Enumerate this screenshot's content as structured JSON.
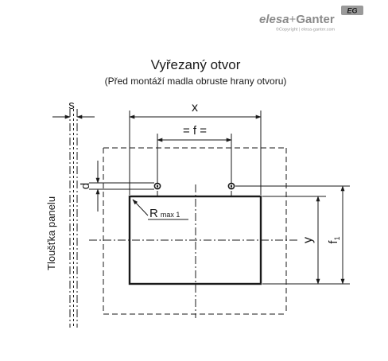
{
  "logo": {
    "brand_left": "elesa",
    "brand_plus": "+",
    "brand_right": "Ganter",
    "badge": "EG",
    "copyright": "©Copyright | elesa-ganter.com"
  },
  "title": {
    "main": "Vyřezaný otvor",
    "sub": "(Před montáží madla obruste hrany otvoru)"
  },
  "labels": {
    "s": "s",
    "x": "x",
    "f": "= f =",
    "d": "d",
    "radius_main": "R",
    "radius_sub": "max 1",
    "y": "y",
    "f1_main": "f",
    "f1_sub": "1",
    "panel_thickness": "Tloušťka panelu"
  },
  "colors": {
    "line": "#1a1a1a",
    "logo_grey": "#8a8a8a",
    "badge_grey": "#9a9a9a"
  }
}
